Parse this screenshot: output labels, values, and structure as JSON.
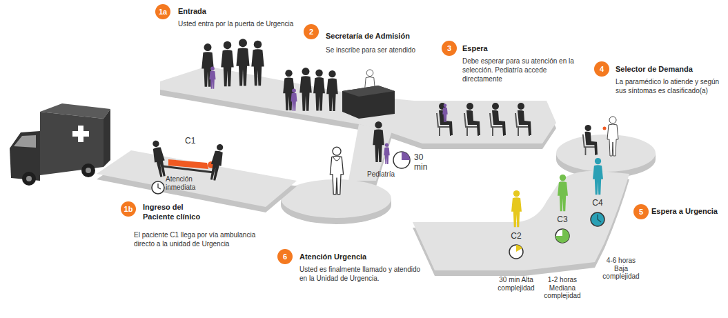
{
  "diagram": {
    "nodes": [
      {
        "text": [
          "1a",
          "Entrada",
          "Usted entra por la puerta de Urgencia"
        ]
      },
      {
        "text": [
          "1b",
          "Ingreso del Paciente clínico",
          "El paciente C1 llega por vía ambulancia directo a la unidad de Urgencia"
        ]
      },
      {
        "text": [
          "2",
          "Secretaría de Admisión",
          "Se inscribe para ser atendido"
        ]
      },
      {
        "text": [
          "3",
          "Espera",
          "Debe esperar para su atención en la selección. Pediatría accede directamente"
        ]
      },
      {
        "text": [
          "4",
          "Selector de Demanda",
          "La paramédico lo atiende y según sus síntomas es clasificado(a)"
        ]
      },
      {
        "text": [
          "5",
          "Espera a Urgencia"
        ]
      },
      {
        "text": [
          "6",
          "Atención Urgencia",
          "Usted es finalmente llamado y atendido en la Unidad de Urgencia."
        ]
      }
    ],
    "labels": [
      "C1",
      "Atención inmediata",
      "Pediatría",
      "30 min",
      "C4",
      "C3",
      "C2",
      "30 min Alta complejidad",
      "1-2 horas Mediana complejidad",
      "4-6 horas Baja complejidad"
    ]
  }
}
